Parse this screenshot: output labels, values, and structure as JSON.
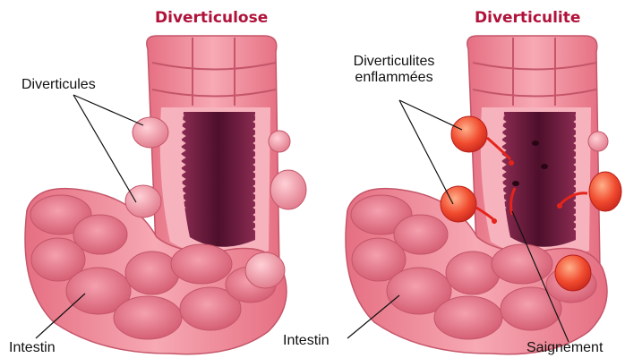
{
  "titles": {
    "left": "Diverticulose",
    "right": "Diverticulite"
  },
  "labels": {
    "diverticules": "Diverticules",
    "diverticulites_line1": "Diverticulites",
    "diverticulites_line2": "enflammées",
    "intestin_left": "Intestin",
    "intestin_right": "Intestin",
    "saignement": "Saignement"
  },
  "colors": {
    "title": "#b0123a",
    "tissue": "#f08a98",
    "tissue_dark": "#d9687a",
    "lumen": "#6a1c3c",
    "inflamed": "#ee3b2a",
    "inflamed_light": "#ff9a70",
    "blood": "#e4241b"
  }
}
